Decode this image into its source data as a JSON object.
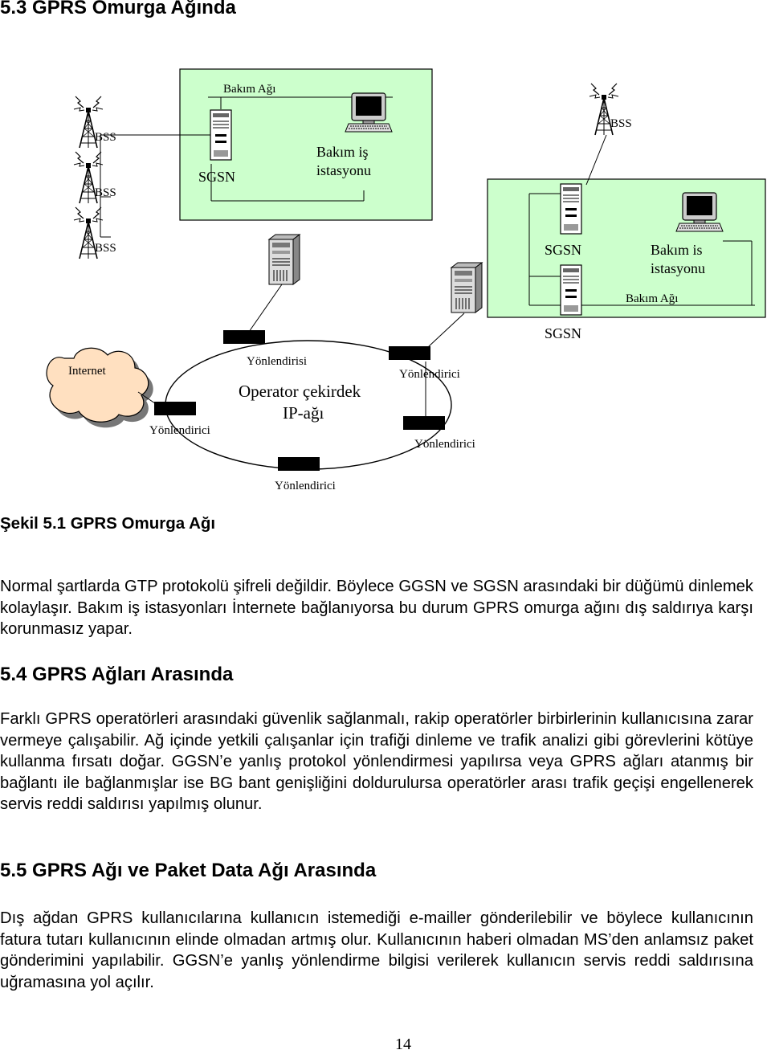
{
  "heading_5_3": "5.3 GPRS Omurga Ağında",
  "figure": {
    "labels": {
      "maint_net_top": "Bakım Ağı",
      "bss_1": "BSS",
      "bss_2": "BSS",
      "bss_3": "BSS",
      "bss_right": "BSS",
      "sgsn_top": "SGSN",
      "maint_ws_top_line1": "Bakım iş",
      "maint_ws_top_line2": "istasyonu",
      "sgsn_right_1": "SGSN",
      "sgsn_right_2": "SGSN",
      "maint_ws_right_line1": "Bakım is",
      "maint_ws_right_line2": "istasyonu",
      "maint_net_right": "Bakım Ağı",
      "internet": "Internet",
      "router_top": "Yönlendirisi",
      "core_line1": "Operator çekirdek",
      "core_line2": "IP-ağı",
      "router_left": "Yönlendirici",
      "router_right_top": "Yönlendirici",
      "router_right_bottom": "Yönlendirici",
      "router_bottom": "Yönlendirici"
    },
    "caption": "Şekil 5.1 GPRS Omurga Ağı",
    "colors": {
      "green_area": "#ccffcc",
      "router": "#000000"
    }
  },
  "paragraph_1": "Normal şartlarda GTP protokolü şifreli değildir. Böylece GGSN ve SGSN arasındaki bir düğümü dinlemek kolaylaşır. Bakım iş istasyonları İnternete bağlanıyorsa bu durum GPRS omurga ağını dış saldırıya karşı korunmasız yapar.",
  "heading_5_4": "5.4 GPRS Ağları Arasında",
  "paragraph_2": "Farklı GPRS operatörleri arasındaki güvenlik sağlanmalı, rakip operatörler birbirlerinin kullanıcısına zarar vermeye çalışabilir. Ağ içinde yetkili çalışanlar için trafiği dinleme ve trafik analizi gibi görevlerini kötüye kullanma fırsatı doğar. GGSN’e yanlış protokol yönlendirmesi yapılırsa veya GPRS ağları atanmış bir bağlantı ile bağlanmışlar ise BG bant genişliğini doldurulursa operatörler arası trafik geçişi engellenerek servis reddi saldırısı yapılmış olunur.",
  "heading_5_5": "5.5 GPRS Ağı ve Paket Data Ağı Arasında",
  "paragraph_3": "Dış ağdan GPRS kullanıcılarına kullanıcın istemediği e-mailler gönderilebilir ve böylece kullanıcının fatura tutarı kullanıcının elinde olmadan artmış olur. Kullanıcının haberi olmadan MS’den anlamsız paket gönderimini yapılabilir. GGSN’e yanlış yönlendirme bilgisi verilerek kullanıcın servis reddi saldırısına uğramasına yol açılır.",
  "page_number": "14"
}
